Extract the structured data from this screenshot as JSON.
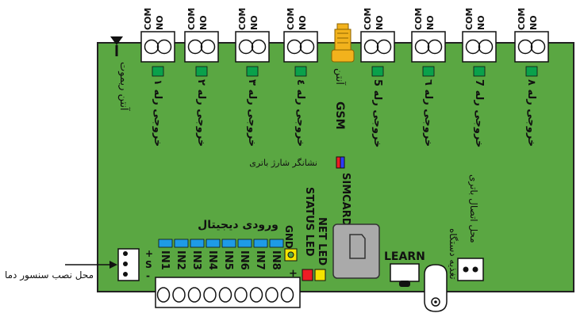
{
  "relays": [
    {
      "com": "COM",
      "no": "NO",
      "label": "خروجی رله ۱"
    },
    {
      "com": "COM",
      "no": "NO",
      "label": "خروجی رله ۲"
    },
    {
      "com": "COM",
      "no": "NO",
      "label": "خروجی رله ۳"
    },
    {
      "com": "COM",
      "no": "NO",
      "label": "خروجی رله ٤"
    },
    {
      "com": "COM",
      "no": "NO",
      "label": "خروجی رله 5"
    },
    {
      "com": "COM",
      "no": "NO",
      "label": "خروجی رله ٦"
    },
    {
      "com": "COM",
      "no": "NO",
      "label": "خروجی رله 7"
    },
    {
      "com": "COM",
      "no": "NO",
      "label": "خروجی رله ۸"
    }
  ],
  "labels": {
    "remote_antenna": "آنتن ریموت",
    "gsm_antenna": "آنتن",
    "gsm": "GSM",
    "battery_charge_indicator": "نشانگر شارژ باتری",
    "simcard": "SIMCARD",
    "status_led": "STATUS LED",
    "net_led": "NET LED",
    "gnd": "GND",
    "plus": "+",
    "digital_inputs": "ورودی دیجیتال",
    "learn": "LEARN",
    "device_power": "تغذیه دستگاه",
    "battery_connection": "محل اتصال باتری",
    "temp_sensor_location": "محل نصب سنسور دما",
    "sensor_plus": "+",
    "sensor_s": "S",
    "sensor_minus": "-"
  },
  "inputs": [
    "IN1",
    "IN2",
    "IN3",
    "IN4",
    "IN5",
    "IN6",
    "IN7",
    "IN8"
  ],
  "colors": {
    "board": "#5aa742",
    "relay_led": "#0aa14b",
    "input_led": "#1e9be6",
    "status_led": "#ee1c24",
    "net_led": "#f5e400",
    "gsm_antenna": "#f2b21c",
    "sim_holder": "#aaaaaa"
  }
}
